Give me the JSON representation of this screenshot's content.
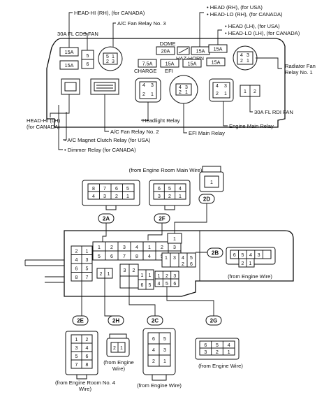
{
  "labels": {
    "head_hi_rh": "HEAD-HI (RH), (for CANADA)",
    "ac_fan_relay_3": "A/C Fan Relay No. 3",
    "fl_cds_fan": "30A FL CDS FAN",
    "head_rh_usa": "• HEAD (RH), (for USA)",
    "head_lo_rh": "• HEAD-LO (RH), (for CANADA)",
    "head_lh_usa": "• HEAD (LH), (for USA)",
    "head_lo_lh": "• HEAD-LO (LH), (for CANADA)",
    "dome": "DOME",
    "haz_horn": "HAZ-HORN",
    "charge": "CHARGE",
    "efi": "EFI",
    "radiator_fan_relay": "Radiator Fan Relay No. 1",
    "head_hi_lh": "HEAD-HI (LH) (for CANADA)",
    "headlight_relay": "Headlight Relay",
    "ac_fan_relay_2": "A/C Fan Relay No. 2",
    "ac_magnet": "• A/C Magnet Clutch Relay (for USA)",
    "dimmer": "• Dimmer Relay (for CANADA)",
    "efi_main": "EFI Main Relay",
    "engine_main": "Engine Main Relay",
    "fl_rdi_fan": "30A FL RDI FAN",
    "from_erm_wire": "(from Engine Room Main Wire)",
    "from_engine_wire_2b": "(from Engine Wire)",
    "from_erm4": "(from Engine Room No. 4 Wire)",
    "from_engine_wire_2h": "(from Engine Wire)",
    "from_engine_wire_2c": "(from Engine Wire)",
    "from_engine_wire_2g": "(from Engine Wire)"
  },
  "fuses": {
    "f15a_a": "15A",
    "f15a_b": "15A",
    "dome_20a": "20A",
    "haz_15a": "15A",
    "f15a_c": "15A",
    "f15a_d": "15A",
    "f75a": "7.5A",
    "f15a_e": "15A",
    "f15a_f": "15A",
    "f15a_g": "15A"
  },
  "circles": {
    "c2a": "2A",
    "c2f": "2F",
    "c2d": "2D",
    "c2b": "2B",
    "c2e": "2E",
    "c2h": "2H",
    "c2c": "2C",
    "c2g": "2G"
  },
  "pins": {
    "p2a": [
      "8",
      "7",
      "6",
      "5",
      "4",
      "3",
      "2",
      "1"
    ],
    "p2f": [
      "6",
      "5",
      "4",
      "3",
      "2",
      "1"
    ],
    "p2d": [
      "1"
    ],
    "p2b": [
      "6",
      "5",
      "4",
      "3",
      "2",
      "1"
    ],
    "p2e": [
      "1",
      "2",
      "3",
      "4",
      "5",
      "6",
      "7",
      "8"
    ],
    "p2h": [
      "2",
      "1"
    ],
    "p2c": [
      "6",
      "5",
      "4",
      "3",
      "2",
      "1"
    ],
    "p2g": [
      "6",
      "5",
      "4",
      "3",
      "2",
      "1"
    ],
    "relay_3": [
      "5",
      "1",
      "2",
      "3"
    ],
    "relay_4": [
      "4",
      "3",
      "2",
      "1"
    ],
    "small_56": [
      "5",
      "6"
    ],
    "r12": [
      "1",
      "2"
    ]
  }
}
